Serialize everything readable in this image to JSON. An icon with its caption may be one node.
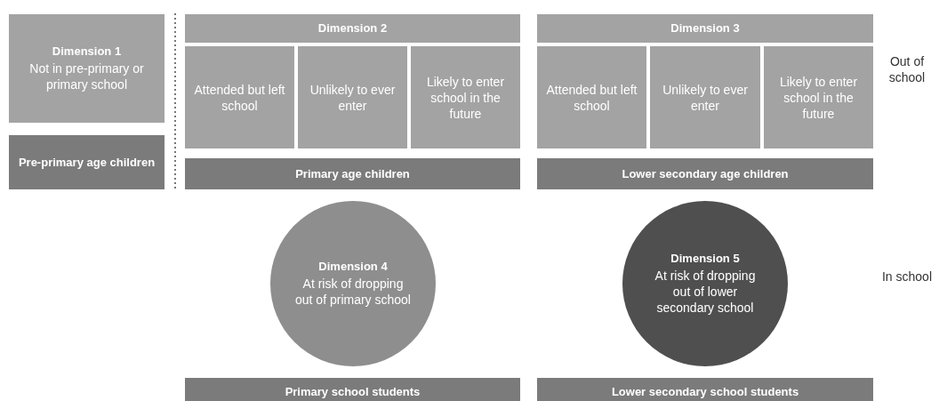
{
  "diagram": {
    "nodes": [
      {
        "text": [
          "Dimension 1",
          "Not in pre-primary or primary school"
        ]
      },
      {
        "text": [
          "Pre-primary age children"
        ]
      },
      {
        "text": [
          "Dimension 2"
        ]
      },
      {
        "text": [
          "Attended but left school"
        ],
        "in": 2
      },
      {
        "text": [
          "Unlikely to ever enter"
        ],
        "in": 2
      },
      {
        "text": [
          "Likely to enter school in the future"
        ],
        "in": 2
      },
      {
        "text": [
          "Primary age children"
        ]
      },
      {
        "text": [
          "Dimension 3"
        ]
      },
      {
        "text": [
          "Attended but left school"
        ],
        "in": 7
      },
      {
        "text": [
          "Unlikely to ever enter"
        ],
        "in": 7
      },
      {
        "text": [
          "Likely to enter school in the future"
        ],
        "in": 7
      },
      {
        "text": [
          "Lower secondary age children"
        ]
      },
      {
        "text": [
          "Dimension 4",
          "At risk of dropping out of primary school"
        ]
      },
      {
        "text": [
          "Dimension 5",
          "At risk of dropping out of lower secondary school"
        ]
      },
      {
        "text": [
          "Primary school students"
        ]
      },
      {
        "text": [
          "Lower secondary school students"
        ]
      }
    ],
    "labels": [
      "Out of school",
      "In school"
    ]
  }
}
